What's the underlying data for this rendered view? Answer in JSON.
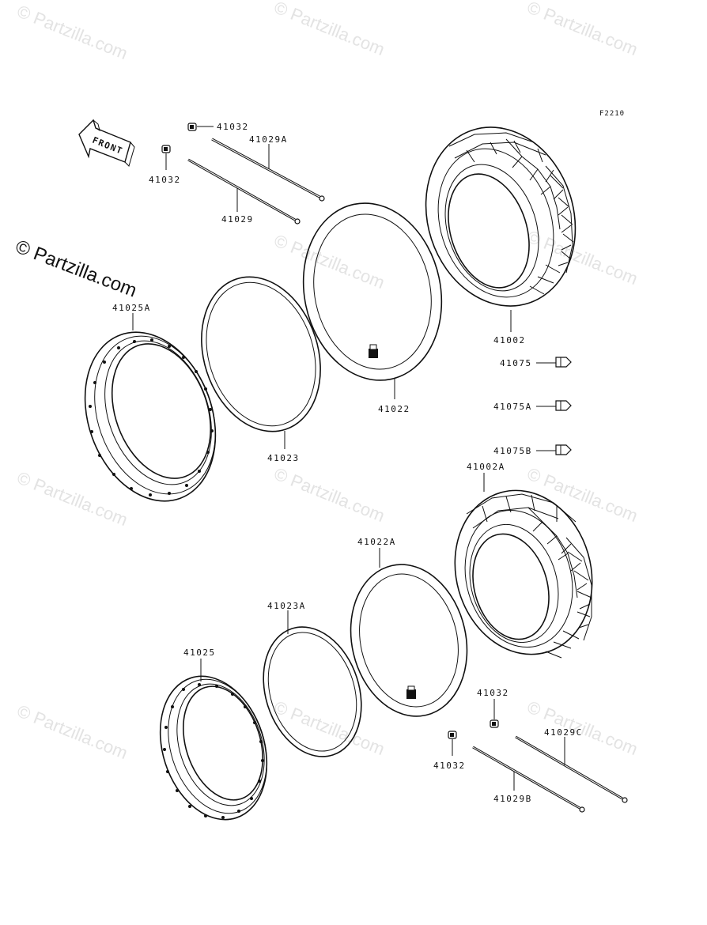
{
  "diagram_code": "F2210",
  "front_label": "FRONT",
  "watermark_text": "© Partzilla.com",
  "watermark_overlay": "© Partzilla.com",
  "parts": {
    "p41032_a": "41032",
    "p41032_b": "41032",
    "p41029A": "41029A",
    "p41029": "41029",
    "p41025A": "41025A",
    "p41023": "41023",
    "p41022": "41022",
    "p41002": "41002",
    "p41075": "41075",
    "p41075A": "41075A",
    "p41075B": "41075B",
    "p41002A": "41002A",
    "p41022A": "41022A",
    "p41023A": "41023A",
    "p41025": "41025",
    "p41032_c": "41032",
    "p41032_d": "41032",
    "p41029C": "41029C",
    "p41029B": "41029B"
  },
  "colors": {
    "line": "#111111",
    "watermark": "#e3e3e3",
    "background": "#ffffff"
  }
}
